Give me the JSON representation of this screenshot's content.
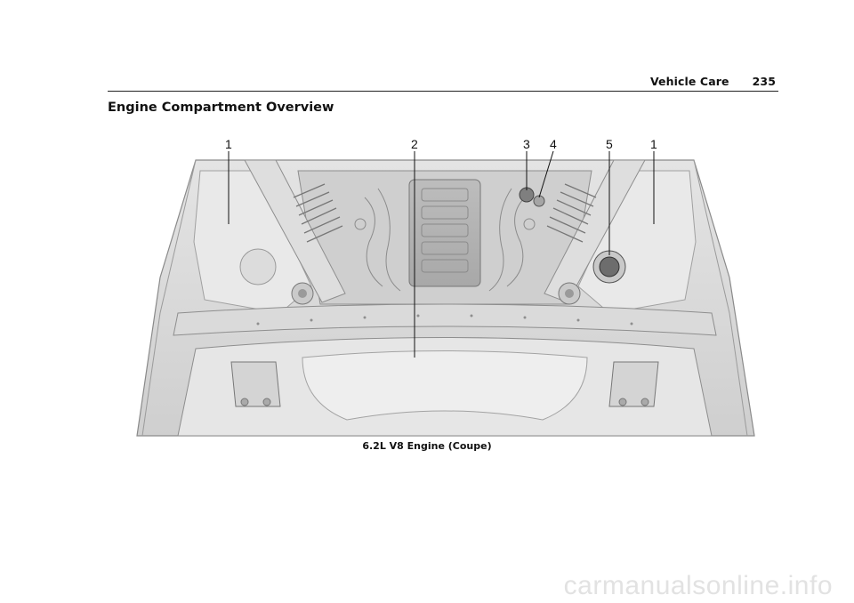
{
  "header": {
    "section": "Vehicle Care",
    "page_number": "235"
  },
  "title": "Engine Compartment Overview",
  "figure": {
    "callouts": [
      {
        "label": "1"
      },
      {
        "label": "2"
      },
      {
        "label": "3"
      },
      {
        "label": "4"
      },
      {
        "label": "5"
      },
      {
        "label": "1"
      }
    ],
    "caption": "6.2L V8 Engine (Coupe)"
  },
  "watermark": "carmanualsonline.info"
}
